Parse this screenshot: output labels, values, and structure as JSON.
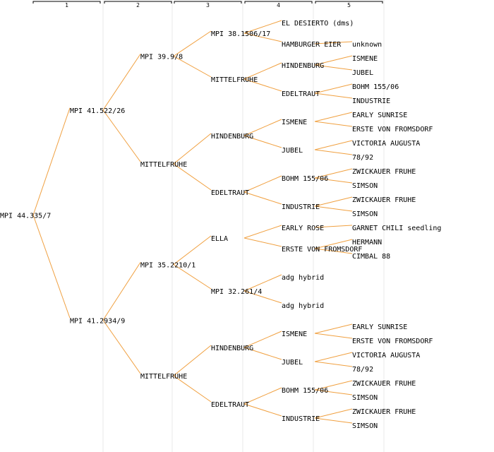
{
  "diagram": {
    "type": "pedigree-tree",
    "colors": {
      "edge": "#f0a040",
      "text": "#000000",
      "gridline": "#e8e8e8",
      "background": "#ffffff"
    },
    "generations": [
      "1",
      "2",
      "3",
      "4",
      "5"
    ],
    "root": {
      "label": "MPI 44.335/7",
      "children": [
        {
          "label": "MPI 41.522/26",
          "children": [
            {
              "label": "MPI 39.9/8",
              "children": [
                {
                  "label": "MPI 38.1506/17",
                  "children": [
                    {
                      "label": "EL DESIERTO (dms)",
                      "children": []
                    },
                    {
                      "label": "HAMBURGER EIER",
                      "children": [
                        {
                          "label": "unknown"
                        }
                      ]
                    }
                  ]
                },
                {
                  "label": "MITTELFRUHE",
                  "children": [
                    {
                      "label": "HINDENBURG",
                      "children": [
                        {
                          "label": "ISMENE"
                        },
                        {
                          "label": "JUBEL"
                        }
                      ]
                    },
                    {
                      "label": "EDELTRAUT",
                      "children": [
                        {
                          "label": "BOHM 155/06"
                        },
                        {
                          "label": "INDUSTRIE"
                        }
                      ]
                    }
                  ]
                }
              ]
            },
            {
              "label": "MITTELFRUHE",
              "children": [
                {
                  "label": "HINDENBURG",
                  "children": [
                    {
                      "label": "ISMENE",
                      "children": [
                        {
                          "label": "EARLY SUNRISE"
                        },
                        {
                          "label": "ERSTE VON FROMSDORF"
                        }
                      ]
                    },
                    {
                      "label": "JUBEL",
                      "children": [
                        {
                          "label": "VICTORIA AUGUSTA"
                        },
                        {
                          "label": "78/92"
                        }
                      ]
                    }
                  ]
                },
                {
                  "label": "EDELTRAUT",
                  "children": [
                    {
                      "label": "BOHM 155/06",
                      "children": [
                        {
                          "label": "ZWICKAUER FRUHE"
                        },
                        {
                          "label": "SIMSON"
                        }
                      ]
                    },
                    {
                      "label": "INDUSTRIE",
                      "children": [
                        {
                          "label": "ZWICKAUER FRUHE"
                        },
                        {
                          "label": "SIMSON"
                        }
                      ]
                    }
                  ]
                }
              ]
            }
          ]
        },
        {
          "label": "MPI 41.2934/9",
          "children": [
            {
              "label": "MPI 35.2210/1",
              "children": [
                {
                  "label": "ELLA",
                  "children": [
                    {
                      "label": "EARLY ROSE",
                      "children": [
                        {
                          "label": "GARNET CHILI seedling"
                        }
                      ]
                    },
                    {
                      "label": "ERSTE VON FROMSDORF",
                      "children": [
                        {
                          "label": "HERMANN"
                        },
                        {
                          "label": "CIMBAL 88"
                        }
                      ]
                    }
                  ]
                },
                {
                  "label": "MPI 32.261/4",
                  "children": [
                    {
                      "label": "adg hybrid",
                      "children": []
                    },
                    {
                      "label": "adg hybrid",
                      "children": []
                    }
                  ]
                }
              ]
            },
            {
              "label": "MITTELFRUHE",
              "children": [
                {
                  "label": "HINDENBURG",
                  "children": [
                    {
                      "label": "ISMENE",
                      "children": [
                        {
                          "label": "EARLY SUNRISE"
                        },
                        {
                          "label": "ERSTE VON FROMSDORF"
                        }
                      ]
                    },
                    {
                      "label": "JUBEL",
                      "children": [
                        {
                          "label": "VICTORIA AUGUSTA"
                        },
                        {
                          "label": "78/92"
                        }
                      ]
                    }
                  ]
                },
                {
                  "label": "EDELTRAUT",
                  "children": [
                    {
                      "label": "BOHM 155/06",
                      "children": [
                        {
                          "label": "ZWICKAUER FRUHE"
                        },
                        {
                          "label": "SIMSON"
                        }
                      ]
                    },
                    {
                      "label": "INDUSTRIE",
                      "children": [
                        {
                          "label": "ZWICKAUER FRUHE"
                        },
                        {
                          "label": "SIMSON"
                        }
                      ]
                    }
                  ]
                }
              ]
            }
          ]
        }
      ]
    }
  }
}
